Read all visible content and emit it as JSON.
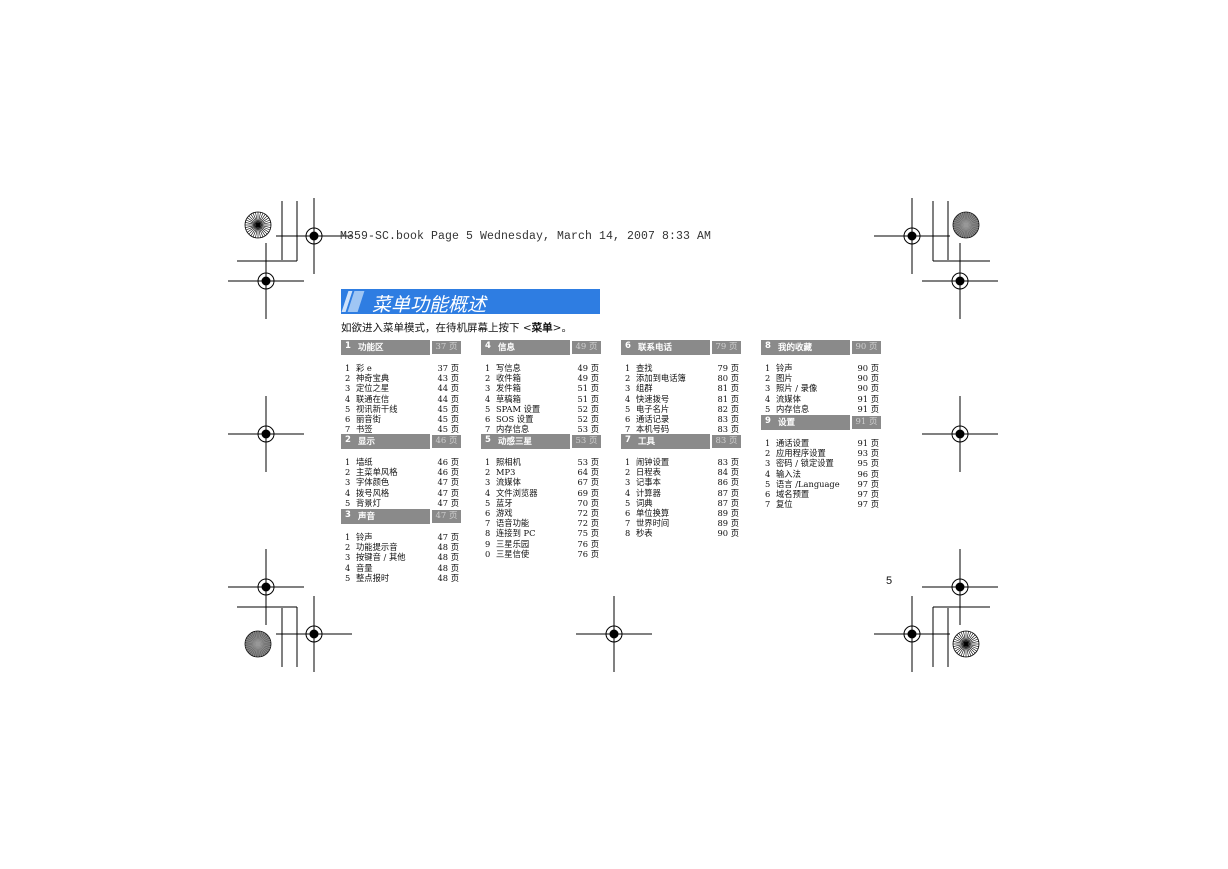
{
  "header": {
    "slug": "M359-SC.book  Page 5  Wednesday, March 14, 2007  8:33 AM"
  },
  "title": "菜单功能概述",
  "intro": {
    "prefix": "如欲进入菜单模式，在待机屏幕上按下 <",
    "key": "菜单",
    "suffix": ">。"
  },
  "page_number": "5",
  "sections": [
    {
      "num": "1",
      "name": "功能区",
      "page": "37 页",
      "items": [
        {
          "num": "1",
          "label": "彩 e",
          "page": "37 页"
        },
        {
          "num": "2",
          "label": "神奇宝典",
          "page": "43 页"
        },
        {
          "num": "3",
          "label": "定位之星",
          "page": "44 页"
        },
        {
          "num": "4",
          "label": "联通在信",
          "page": "44 页"
        },
        {
          "num": "5",
          "label": "视讯新干线",
          "page": "45 页"
        },
        {
          "num": "6",
          "label": "丽音街",
          "page": "45 页"
        },
        {
          "num": "7",
          "label": "书签",
          "page": "45 页"
        }
      ]
    },
    {
      "num": "2",
      "name": "显示",
      "page": "46 页",
      "items": [
        {
          "num": "1",
          "label": "墙纸",
          "page": "46 页"
        },
        {
          "num": "2",
          "label": "主菜单风格",
          "page": "46 页"
        },
        {
          "num": "3",
          "label": "字体颜色",
          "page": "47 页"
        },
        {
          "num": "4",
          "label": "拨号风格",
          "page": "47 页"
        },
        {
          "num": "5",
          "label": "背景灯",
          "page": "47 页"
        }
      ]
    },
    {
      "num": "3",
      "name": "声音",
      "page": "47 页",
      "items": [
        {
          "num": "1",
          "label": "铃声",
          "page": "47 页"
        },
        {
          "num": "2",
          "label": "功能提示音",
          "page": "48 页"
        },
        {
          "num": "3",
          "label": "按键音 / 其他",
          "page": "48 页"
        },
        {
          "num": "4",
          "label": "音量",
          "page": "48 页"
        },
        {
          "num": "5",
          "label": "整点报时",
          "page": "48 页"
        }
      ]
    },
    {
      "num": "4",
      "name": "信息",
      "page": "49 页",
      "items": [
        {
          "num": "1",
          "label": "写信息",
          "page": "49 页"
        },
        {
          "num": "2",
          "label": "收件箱",
          "page": "49 页"
        },
        {
          "num": "3",
          "label": "发件箱",
          "page": "51 页"
        },
        {
          "num": "4",
          "label": "草稿箱",
          "page": "51 页"
        },
        {
          "num": "5",
          "label": "SPAM 设置",
          "page": "52 页"
        },
        {
          "num": "6",
          "label": "SOS 设置",
          "page": "52 页"
        },
        {
          "num": "7",
          "label": "内存信息",
          "page": "53 页"
        }
      ]
    },
    {
      "num": "5",
      "name": "动感三星",
      "page": "53 页",
      "items": [
        {
          "num": "1",
          "label": "照相机",
          "page": "53 页"
        },
        {
          "num": "2",
          "label": "MP3",
          "page": "64 页"
        },
        {
          "num": "3",
          "label": "流媒体",
          "page": "67 页"
        },
        {
          "num": "4",
          "label": "文件浏览器",
          "page": "69 页"
        },
        {
          "num": "5",
          "label": "蓝牙",
          "page": "70 页"
        },
        {
          "num": "6",
          "label": "游戏",
          "page": "72 页"
        },
        {
          "num": "7",
          "label": "语音功能",
          "page": "72 页"
        },
        {
          "num": "8",
          "label": "连接到 PC",
          "page": "75 页"
        },
        {
          "num": "9",
          "label": "三星乐园",
          "page": "76 页"
        },
        {
          "num": "0",
          "label": "三星信使",
          "page": "76 页"
        }
      ]
    },
    {
      "num": "6",
      "name": "联系电话",
      "page": "79 页",
      "items": [
        {
          "num": "1",
          "label": "查找",
          "page": "79 页"
        },
        {
          "num": "2",
          "label": "添加到电话簿",
          "page": "80 页"
        },
        {
          "num": "3",
          "label": "组群",
          "page": "81 页"
        },
        {
          "num": "4",
          "label": "快速拨号",
          "page": "81 页"
        },
        {
          "num": "5",
          "label": "电子名片",
          "page": "82 页"
        },
        {
          "num": "6",
          "label": "通话记录",
          "page": "83 页"
        },
        {
          "num": "7",
          "label": "本机号码",
          "page": "83 页"
        }
      ]
    },
    {
      "num": "7",
      "name": "工具",
      "page": "83 页",
      "items": [
        {
          "num": "1",
          "label": "闹钟设置",
          "page": "83 页"
        },
        {
          "num": "2",
          "label": "日程表",
          "page": "84 页"
        },
        {
          "num": "3",
          "label": "记事本",
          "page": "86 页"
        },
        {
          "num": "4",
          "label": "计算器",
          "page": "87 页"
        },
        {
          "num": "5",
          "label": "词典",
          "page": "87 页"
        },
        {
          "num": "6",
          "label": "单位换算",
          "page": "89 页"
        },
        {
          "num": "7",
          "label": "世界时间",
          "page": "89 页"
        },
        {
          "num": "8",
          "label": "秒表",
          "page": "90 页"
        }
      ]
    },
    {
      "num": "8",
      "name": "我的收藏",
      "page": "90 页",
      "items": [
        {
          "num": "1",
          "label": "铃声",
          "page": "90 页"
        },
        {
          "num": "2",
          "label": "图片",
          "page": "90 页"
        },
        {
          "num": "3",
          "label": "照片 / 录像",
          "page": "90 页"
        },
        {
          "num": "4",
          "label": "流媒体",
          "page": "91 页"
        },
        {
          "num": "5",
          "label": "内存信息",
          "page": "91 页"
        }
      ]
    },
    {
      "num": "9",
      "name": "设置",
      "page": "91 页",
      "items": [
        {
          "num": "1",
          "label": "通话设置",
          "page": "91 页"
        },
        {
          "num": "2",
          "label": "应用程序设置",
          "page": "93 页"
        },
        {
          "num": "3",
          "label": "密码 / 锁定设置",
          "page": "95 页"
        },
        {
          "num": "4",
          "label": "输入法",
          "page": "96 页"
        },
        {
          "num": "5",
          "label": "语言 /Language",
          "page": "97 页"
        },
        {
          "num": "6",
          "label": "域名预置",
          "page": "97 页"
        },
        {
          "num": "7",
          "label": "复位",
          "page": "97 页"
        }
      ]
    }
  ]
}
